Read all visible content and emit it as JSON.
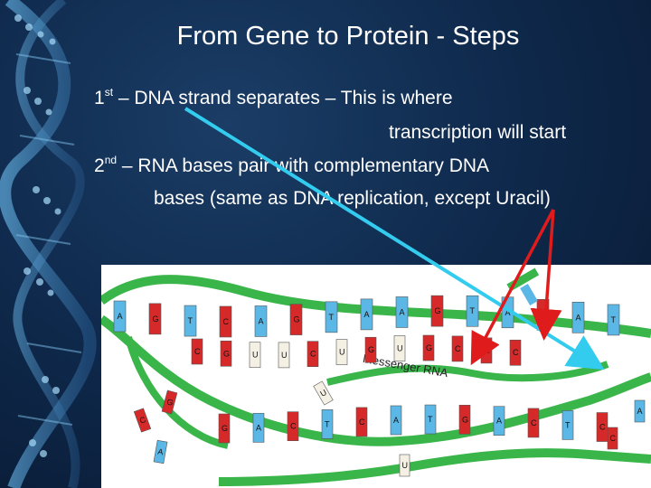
{
  "slide": {
    "title": "From Gene to Protein - Steps",
    "step1": {
      "ordinal_num": "1",
      "ordinal_suffix": "st",
      "text": "– DNA strand separates – This is where",
      "continuation": "transcription will start"
    },
    "step2": {
      "ordinal_num": "2",
      "ordinal_suffix": "nd",
      "text": "– RNA bases pair with complementary DNA",
      "continuation": "bases (same as DNA replication, except Uracil)"
    }
  },
  "diagram": {
    "mrna_label": "Messenger RNA",
    "colors": {
      "backbone": "#3ab54a",
      "base_red": "#d62a2a",
      "base_blue": "#5bb7e6",
      "base_white": "#f4f1e4",
      "arrow_cyan": "#33ccee",
      "arrow_red": "#e01b1b"
    },
    "top_strand_bases": [
      "A",
      "G",
      "T",
      "C",
      "A",
      "G",
      "T",
      "A",
      "A",
      "G",
      "T",
      "A",
      "C",
      "A",
      "T"
    ],
    "bottom_strand_bases": [
      "G",
      "A",
      "C",
      "T",
      "C",
      "A",
      "T",
      "G",
      "A",
      "C",
      "T",
      "C"
    ],
    "mrna_bases": [
      "C",
      "G",
      "U",
      "U",
      "C",
      "U",
      "G",
      "U",
      "G",
      "C",
      "G",
      "C"
    ],
    "free_bases": [
      "C",
      "G",
      "U",
      "A",
      "C",
      "A",
      "U"
    ]
  }
}
